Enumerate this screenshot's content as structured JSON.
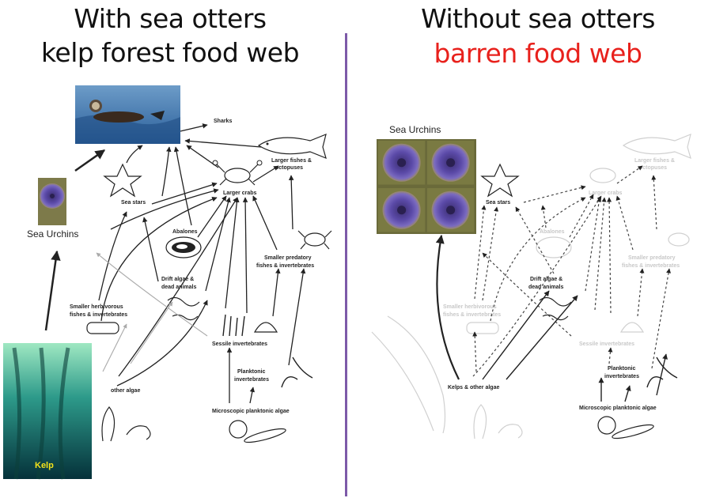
{
  "titles": {
    "left_line1": "With sea otters",
    "left_line2": "kelp forest food web",
    "right_line1": "Without sea otters",
    "right_line2": "barren food web"
  },
  "left_web": {
    "sharks": "Sharks",
    "larger_fishes": "Larger fishes &",
    "larger_fishes_2": "octopuses",
    "sea_stars": "Sea stars",
    "larger_crabs": "Larger crabs",
    "abalones": "Abalones",
    "smaller_predatory": "Smaller predatory",
    "smaller_predatory_2": "fishes & invertebrates",
    "drift_algae": "Drift algae &",
    "drift_algae_2": "dead animals",
    "smaller_herbivorous": "Smaller herbivorous",
    "smaller_herbivorous_2": "fishes & invertebrates",
    "sessile": "Sessile invertebrates",
    "planktonic": "Planktonic",
    "planktonic_2": "invertebrates",
    "other_algae": "other algae",
    "microscopic": "Microscopic planktonic algae",
    "sea_urchins": "Sea Urchins",
    "kelp": "Kelp"
  },
  "right_web": {
    "sea_urchins": "Sea Urchins",
    "larger_fishes": "Larger fishes &",
    "larger_fishes_2": "octopuses",
    "sea_stars": "Sea stars",
    "larger_crabs": "Larger crabs",
    "abalones": "Abalones",
    "smaller_predatory": "Smaller predatory",
    "smaller_predatory_2": "fishes & invertebrates",
    "drift_algae": "Drift algae &",
    "drift_algae_2": "dead animals",
    "smaller_herbivorous": "Smaller herbivorous",
    "smaller_herbivorous_2": "fishes & invertebrates",
    "sessile": "Sessile invertebrates",
    "planktonic": "Planktonic",
    "planktonic_2": "invertebrates",
    "kelps_other": "Kelps & other algae",
    "microscopic": "Microscopic planktonic algae"
  },
  "colors": {
    "title_red": "#e8211c",
    "divider": "#7d5aa8",
    "kelp_label": "#f2e21a",
    "urchin": "#5a4a9a",
    "faded": "#c8c8c8"
  }
}
